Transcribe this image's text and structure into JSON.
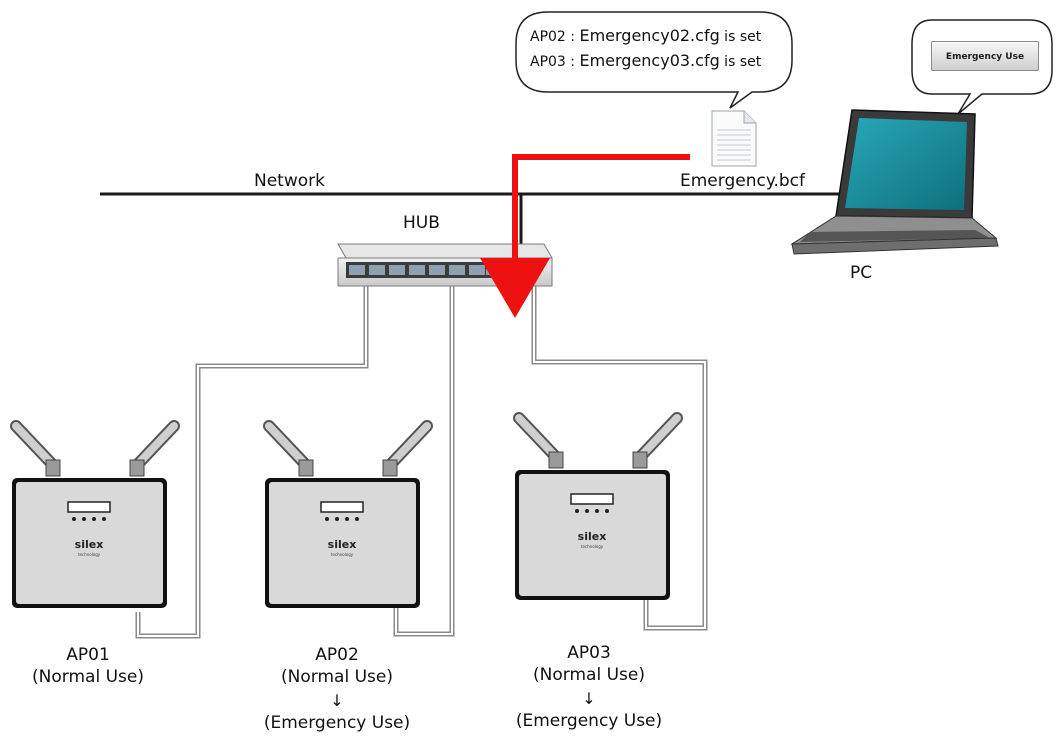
{
  "labels": {
    "network": "Network",
    "hub": "HUB",
    "pc": "PC",
    "file": "Emergency.bcf"
  },
  "bubble": {
    "line1_prefix": "AP02 : ",
    "line1_main": "Emergency02.cfg",
    "line1_suffix": " is set",
    "line2_prefix": "AP03 : ",
    "line2_main": "Emergency03.cfg",
    "line2_suffix": " is set"
  },
  "pc_screen": {
    "button_label": "Emergency Use"
  },
  "access_points": [
    {
      "name": "AP01",
      "status": "(Normal Use)",
      "arrow": "",
      "new_status": ""
    },
    {
      "name": "AP02",
      "status": "(Normal Use)",
      "arrow": "↓",
      "new_status": "(Emergency Use)"
    },
    {
      "name": "AP03",
      "status": "(Normal Use)",
      "arrow": "↓",
      "new_status": "(Emergency Use)"
    }
  ],
  "device_brand": "silex",
  "device_brand_sub": "technology",
  "colors": {
    "red_arrow": "#ee1111",
    "line": "#1a1a1a",
    "device_body": "#d9d9d9"
  }
}
